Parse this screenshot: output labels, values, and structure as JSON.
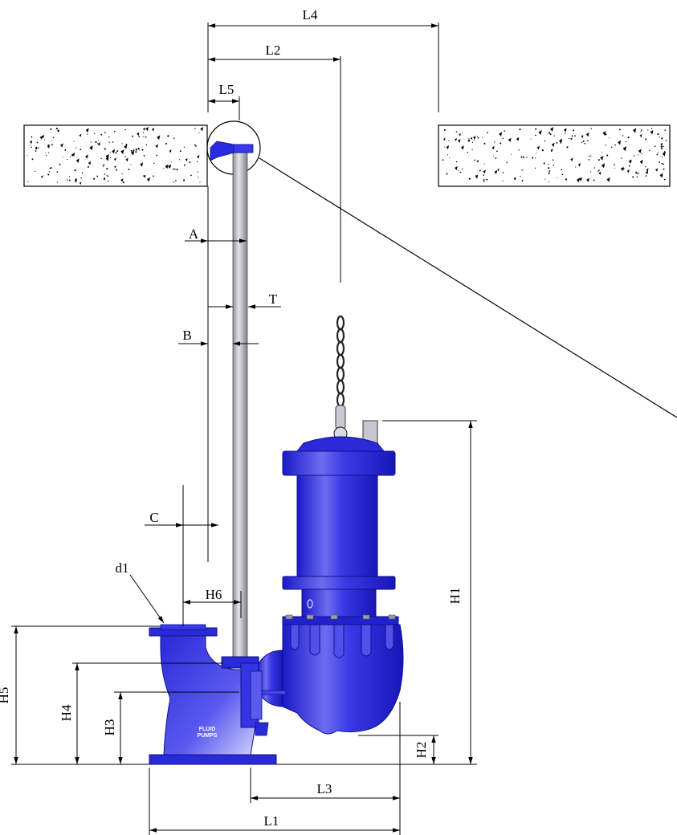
{
  "dimensions": {
    "L4": "L4",
    "L2": "L2",
    "L5": "L5",
    "A": "A",
    "T": "T",
    "B": "B",
    "C": "C",
    "d1": "d1",
    "H6": "H6",
    "H1": "H1",
    "H5": "H5",
    "H4": "H4",
    "H3": "H3",
    "H2": "H2",
    "L3": "L3",
    "L1": "L1"
  },
  "pump_label": {
    "line1": "FLUID",
    "line2": "PUMPS"
  },
  "colors": {
    "pump_blue": "#2626e0",
    "pump_light": "#9a9af5",
    "pump_dark": "#1414b0",
    "rail_grey": "#b8bcc4",
    "concrete": "#ffffff"
  }
}
